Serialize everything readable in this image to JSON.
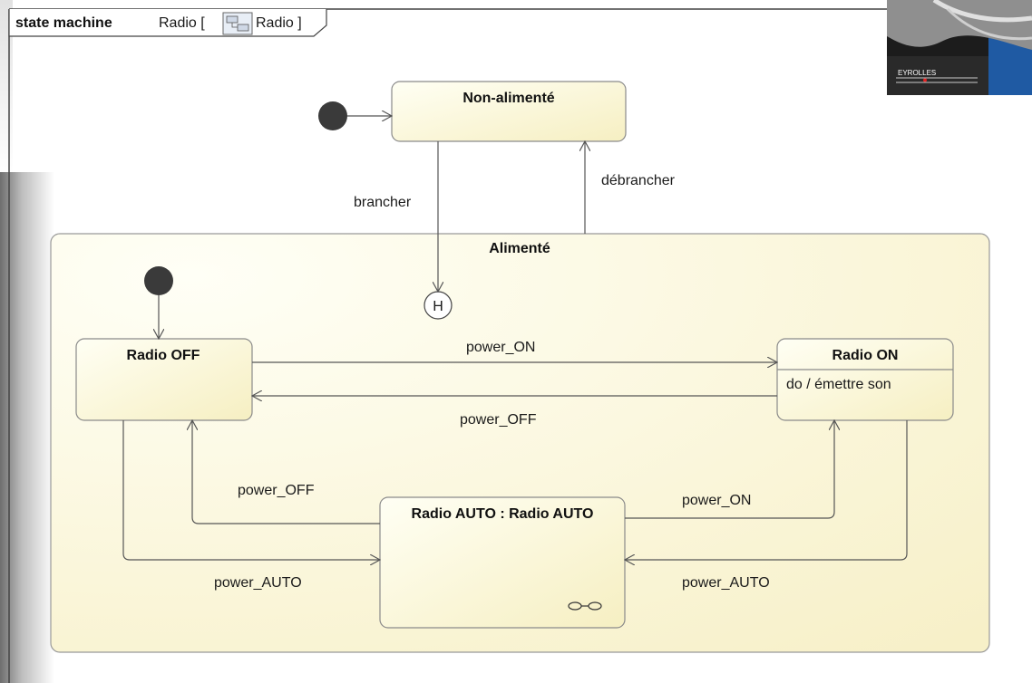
{
  "frame": {
    "keyword": "state machine",
    "name": "Radio [",
    "type_name": "Radio ]"
  },
  "book_cover": {
    "publisher": "EYROLLES"
  },
  "states": {
    "non_alimente": {
      "name": "Non-alimenté"
    },
    "alimente": {
      "name": "Alimenté"
    },
    "radio_off": {
      "name": "Radio OFF"
    },
    "radio_on": {
      "name": "Radio ON",
      "activity": "do / émettre son"
    },
    "radio_auto": {
      "name": "Radio AUTO : Radio AUTO"
    }
  },
  "history": {
    "label": "H"
  },
  "transitions": {
    "brancher": "brancher",
    "debrancher": "débrancher",
    "off_to_on": "power_ON",
    "on_to_off": "power_OFF",
    "auto_to_off": "power_OFF",
    "auto_to_on": "power_ON",
    "off_to_auto": "power_AUTO",
    "on_to_auto": "power_AUTO"
  },
  "colors": {
    "state_fill_light": "#fffff4",
    "state_fill_dark": "#f7f0c4",
    "frame_border": "#444444",
    "edge": "#555555",
    "cover_blue": "#1f5aa3"
  }
}
